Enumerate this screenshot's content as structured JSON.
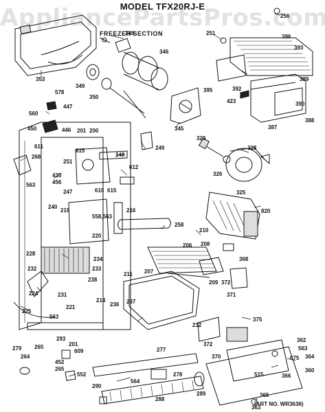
{
  "title": "MODEL TFX20RJ-E",
  "subtitle": "FREEZER SECTION",
  "watermark": "AppliancePartsPros.com",
  "art_number": "(ART NO. WR3636)",
  "parts": [
    {
      "id": "p256",
      "label": "256"
    },
    {
      "id": "p251",
      "label": "251"
    },
    {
      "id": "p396",
      "label": "396"
    },
    {
      "id": "p348",
      "label": "348"
    },
    {
      "id": "p393",
      "label": "393"
    },
    {
      "id": "p346",
      "label": "346"
    },
    {
      "id": "p353",
      "label": "353"
    },
    {
      "id": "p349",
      "label": "349"
    },
    {
      "id": "p395",
      "label": "395"
    },
    {
      "id": "p389",
      "label": "389"
    },
    {
      "id": "p578",
      "label": "578"
    },
    {
      "id": "p350",
      "label": "350"
    },
    {
      "id": "p392",
      "label": "392"
    },
    {
      "id": "p423",
      "label": "423"
    },
    {
      "id": "p390",
      "label": "390"
    },
    {
      "id": "p447",
      "label": "447"
    },
    {
      "id": "p560",
      "label": "560"
    },
    {
      "id": "p345",
      "label": "345"
    },
    {
      "id": "p387",
      "label": "387"
    },
    {
      "id": "p388",
      "label": "388"
    },
    {
      "id": "p450",
      "label": "450"
    },
    {
      "id": "p446",
      "label": "446"
    },
    {
      "id": "p201a",
      "label": "201"
    },
    {
      "id": "p200",
      "label": "200"
    },
    {
      "id": "p249",
      "label": "249"
    },
    {
      "id": "p329",
      "label": "329"
    },
    {
      "id": "p611",
      "label": "611"
    },
    {
      "id": "p615a",
      "label": "615"
    },
    {
      "id": "p248",
      "label": "248"
    },
    {
      "id": "p328",
      "label": "328"
    },
    {
      "id": "p268",
      "label": "268"
    },
    {
      "id": "p251b",
      "label": "251"
    },
    {
      "id": "p435",
      "label": "435"
    },
    {
      "id": "p456",
      "label": "456"
    },
    {
      "id": "p612",
      "label": "612"
    },
    {
      "id": "p326",
      "label": "326"
    },
    {
      "id": "p563a",
      "label": "563"
    },
    {
      "id": "p247",
      "label": "247"
    },
    {
      "id": "p610",
      "label": "610"
    },
    {
      "id": "p615b",
      "label": "615"
    },
    {
      "id": "p325",
      "label": "325"
    },
    {
      "id": "p240",
      "label": "240"
    },
    {
      "id": "p219",
      "label": "219"
    },
    {
      "id": "p820",
      "label": "820"
    },
    {
      "id": "p216",
      "label": "216"
    },
    {
      "id": "p558",
      "label": "558,563"
    },
    {
      "id": "p258",
      "label": "258"
    },
    {
      "id": "p210",
      "label": "210"
    },
    {
      "id": "p220",
      "label": "220"
    },
    {
      "id": "p206",
      "label": "206"
    },
    {
      "id": "p208",
      "label": "208"
    },
    {
      "id": "p228",
      "label": "228"
    },
    {
      "id": "p368",
      "label": "368"
    },
    {
      "id": "p234",
      "label": "234"
    },
    {
      "id": "p232",
      "label": "232"
    },
    {
      "id": "p233",
      "label": "233"
    },
    {
      "id": "p207",
      "label": "207"
    },
    {
      "id": "p209",
      "label": "209"
    },
    {
      "id": "p372a",
      "label": "372"
    },
    {
      "id": "p211",
      "label": "211"
    },
    {
      "id": "p238",
      "label": "238"
    },
    {
      "id": "p224",
      "label": "224"
    },
    {
      "id": "p231",
      "label": "231"
    },
    {
      "id": "p214",
      "label": "214"
    },
    {
      "id": "p236",
      "label": "236"
    },
    {
      "id": "p371",
      "label": "371"
    },
    {
      "id": "p237",
      "label": "237"
    },
    {
      "id": "p221",
      "label": "221"
    },
    {
      "id": "p225",
      "label": "225"
    },
    {
      "id": "p563b",
      "label": "563"
    },
    {
      "id": "p375",
      "label": "375"
    },
    {
      "id": "p212",
      "label": "212"
    },
    {
      "id": "p293",
      "label": "293"
    },
    {
      "id": "p201b",
      "label": "201"
    },
    {
      "id": "p372b",
      "label": "372"
    },
    {
      "id": "p279",
      "label": "279"
    },
    {
      "id": "p265",
      "label": "265"
    },
    {
      "id": "p362",
      "label": "362"
    },
    {
      "id": "p563c",
      "label": "563"
    },
    {
      "id": "p264",
      "label": "264"
    },
    {
      "id": "p609",
      "label": "609"
    },
    {
      "id": "p277",
      "label": "277"
    },
    {
      "id": "p370",
      "label": "370"
    },
    {
      "id": "p675",
      "label": "675"
    },
    {
      "id": "p364",
      "label": "364"
    },
    {
      "id": "p452",
      "label": "452"
    },
    {
      "id": "p265b",
      "label": "265"
    },
    {
      "id": "p552",
      "label": "552"
    },
    {
      "id": "p564",
      "label": "564"
    },
    {
      "id": "p515",
      "label": "515"
    },
    {
      "id": "p366",
      "label": "366"
    },
    {
      "id": "p360",
      "label": "360"
    },
    {
      "id": "p290",
      "label": "290"
    },
    {
      "id": "p278",
      "label": "278"
    },
    {
      "id": "p289",
      "label": "289"
    },
    {
      "id": "p288",
      "label": "288"
    },
    {
      "id": "p365",
      "label": "365"
    },
    {
      "id": "p363",
      "label": "363"
    }
  ]
}
